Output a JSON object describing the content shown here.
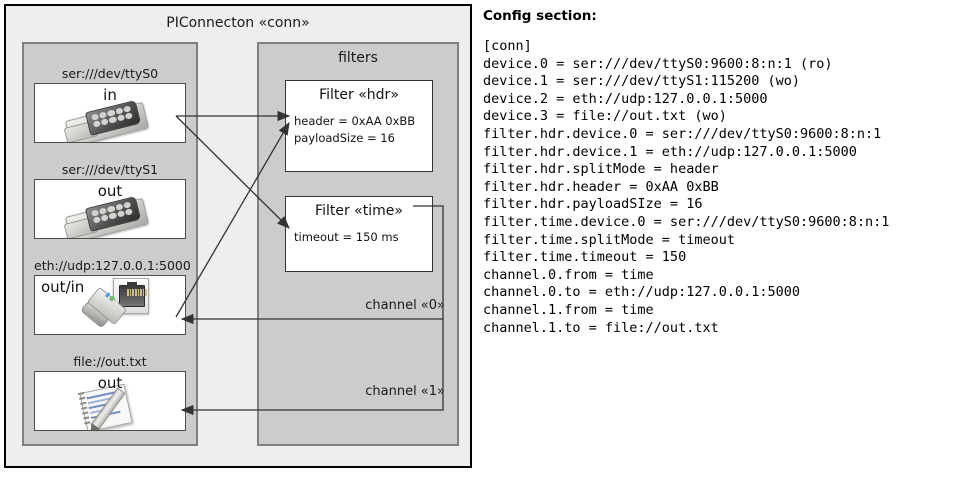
{
  "diagram": {
    "title": "PIConnecton «conn»",
    "devices_panel": {
      "name": "devices",
      "groups": [
        {
          "label": "ser:///dev/ttyS0",
          "direction": "in",
          "icon": "serial-port-icon",
          "align": "center"
        },
        {
          "label": "ser:///dev/ttyS1",
          "direction": "out",
          "icon": "serial-port-icon",
          "align": "center"
        },
        {
          "label": "eth://udp:127.0.0.1:5000",
          "direction": "out/in",
          "icon": "ethernet-icon",
          "align": "left"
        },
        {
          "label": "file://out.txt",
          "direction": "out",
          "icon": "file-notepad-icon",
          "align": "center"
        }
      ]
    },
    "filters_panel": {
      "title": "filters",
      "filters": [
        {
          "title": "Filter «hdr»",
          "props": "header = 0xAA 0xBB\npayloadSize = 16"
        },
        {
          "title": "Filter «time»",
          "props": "timeout = 150 ms"
        }
      ]
    },
    "channels": [
      {
        "label": "channel «0»"
      },
      {
        "label": "channel «1»"
      }
    ],
    "colors": {
      "frame_bg": "#eeeeee",
      "panel_bg": "#cccccc",
      "panel_border": "#808080",
      "box_bg": "#ffffff",
      "line": "#333333"
    }
  },
  "config": {
    "heading": "Config section:",
    "text": "[conn]\ndevice.0 = ser:///dev/ttyS0:9600:8:n:1 (ro)\ndevice.1 = ser:///dev/ttyS1:115200 (wo)\ndevice.2 = eth://udp:127.0.0.1:5000\ndevice.3 = file://out.txt (wo)\nfilter.hdr.device.0 = ser:///dev/ttyS0:9600:8:n:1\nfilter.hdr.device.1 = eth://udp:127.0.0.1:5000\nfilter.hdr.splitMode = header\nfilter.hdr.header = 0xAA 0xBB\nfilter.hdr.payloadSIze = 16\nfilter.time.device.0 = ser:///dev/ttyS0:9600:8:n:1\nfilter.time.splitMode = timeout\nfilter.time.timeout = 150\nchannel.0.from = time\nchannel.0.to = eth://udp:127.0.0.1:5000\nchannel.1.from = time\nchannel.1.to = file://out.txt"
  }
}
